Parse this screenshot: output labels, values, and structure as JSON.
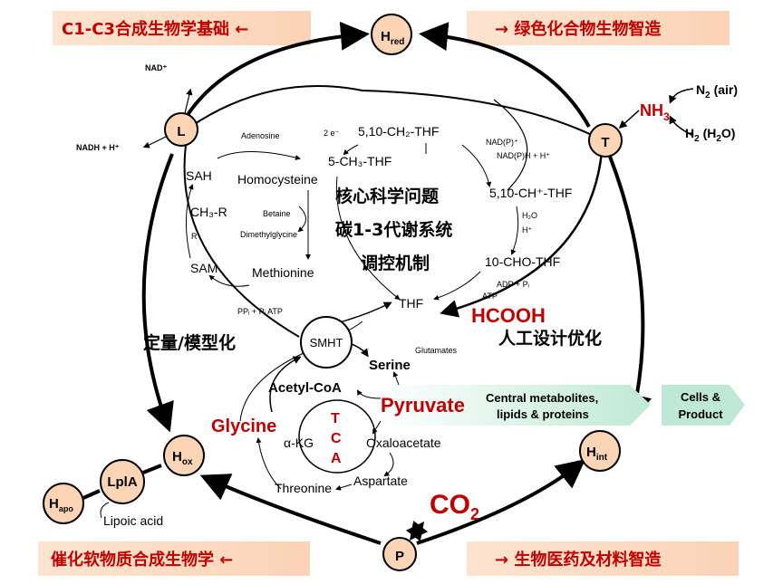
{
  "corners": {
    "top_left": "C1-C3合成生物学基础 ←",
    "top_right": "→ 绿色化合物生物智造",
    "bottom_left": "催化软物质合成生物学 ←",
    "bottom_right": "→ 生物医药及材料智造"
  },
  "nodes": {
    "hred": {
      "main": "H",
      "sub": "red"
    },
    "hox": {
      "main": "H",
      "sub": "ox"
    },
    "hint": {
      "main": "H",
      "sub": "int"
    },
    "hapo": {
      "main": "H",
      "sub": "apo"
    },
    "L": "L",
    "T": "T",
    "P": "P",
    "lpla": "LplA",
    "smht": "SMHT"
  },
  "labels": {
    "nad_plus": "NAD⁺",
    "nadh": "NADH + H⁺",
    "nh3": "NH",
    "nh3_sub": "3",
    "n2_air": "N",
    "n2_sub": "2",
    "n2_suffix": " (air)",
    "h2": "H",
    "h2_sub": "2",
    "h2_suffix": " (H",
    "h2_sub2": "2",
    "h2_end": "O)",
    "lipoic": "Lipoic acid",
    "two_e": "2 e⁻",
    "methylene_thf": "5,10-CH₂-THF",
    "methyl_thf": "5-CH₃-THF",
    "methenyl_thf": "5,10-CH⁺-THF",
    "formyl_thf": "10-CHO-THF",
    "thf": "THF",
    "adenosine": "Adenosine",
    "homocysteine": "Homocysteine",
    "sah": "SAH",
    "ch3r": "CH₃-R",
    "r": "R",
    "betaine": "Betaine",
    "dimethylglycine": "Dimethylglycine",
    "sam": "SAM",
    "methionine": "Methionine",
    "ppi_atp": "PPᵢ + Pᵢ  ATP",
    "nadp": "NAD(P)⁺",
    "nadph": "NAD(P)H + H⁺",
    "h2o": "H₂O",
    "hplus": "H⁺",
    "adp": "ADP + Pᵢ",
    "atp": "ATP",
    "hcooh": "HCOOH",
    "glutamates": "Glutamates",
    "serine": "Serine",
    "acetyl_coa": "Acetyl-CoA",
    "pyruvate": "Pyruvate",
    "glycine": "Glycine",
    "tca_t": "T",
    "tca_c": "C",
    "tca_a": "A",
    "akg": "α-KG",
    "oxaloacetate": "Oxaloacetate",
    "aspartate": "Aspartate",
    "threonine": "Threonine",
    "co2": "CO",
    "co2_sub": "2",
    "central_line1": "Central metabolites,",
    "central_line2": "lipids & proteins",
    "cells_line1": "Cells &",
    "cells_line2": "Product",
    "core_line1": "核心科学问题",
    "core_line2": "碳1-3代谢系统",
    "core_line3": "调控机制",
    "quant": "定量/模型化",
    "artificial": "人工设计优化"
  },
  "colors": {
    "accent_red": "#c00000",
    "node_fill": "#fbd5b5",
    "corner_fill": "#fbe2cf",
    "arrow_green": "#c6efe0"
  }
}
